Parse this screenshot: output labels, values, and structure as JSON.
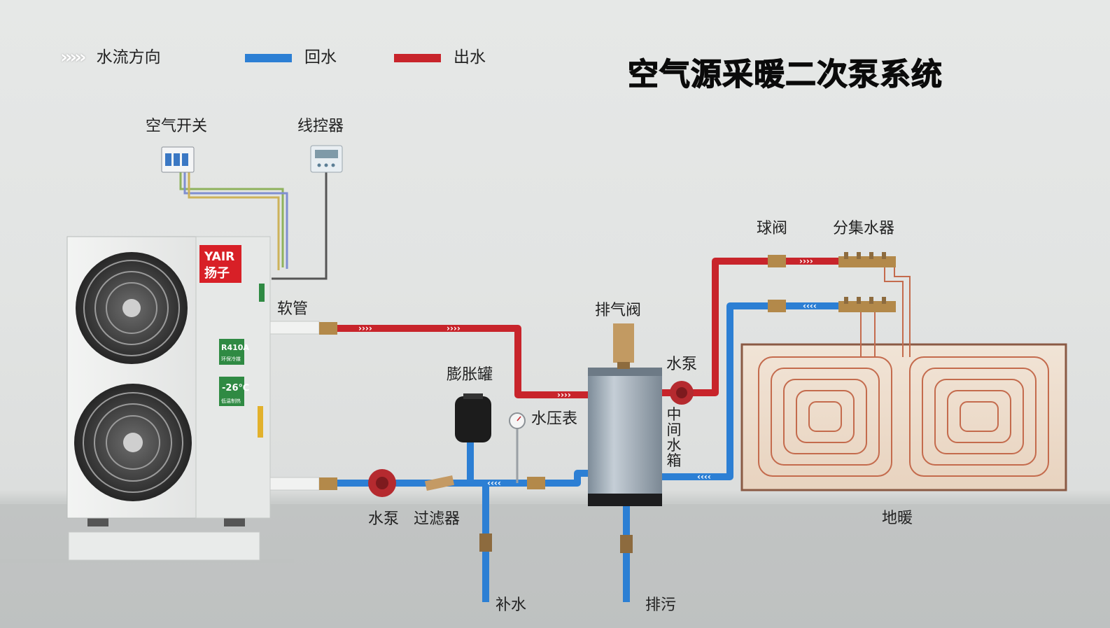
{
  "title": "空气源采暖二次泵系统",
  "legend": {
    "flow_direction": "水流方向",
    "return_water": "回水",
    "supply_water": "出水",
    "return_color": "#2c7fd4",
    "supply_color": "#c8242b"
  },
  "labels": {
    "air_switch": "空气开关",
    "wire_controller": "线控器",
    "hose": "软管",
    "air_vent_valve": "排气阀",
    "water_pump_right": "水泵",
    "expansion_tank": "膨胀罐",
    "pressure_gauge": "水压表",
    "buffer_tank": "中间水箱",
    "ball_valve": "球阀",
    "manifold": "分集水器",
    "water_pump_left": "水泵",
    "filter": "过滤器",
    "floor_heating": "地暖",
    "makeup_water": "补水",
    "drain": "排污"
  },
  "unit": {
    "brand_latin": "YAIR",
    "brand_cn": "扬子",
    "refrigerant": "R410A",
    "refrigerant_sub": "环保冷媒",
    "temp_badge": "-26℃",
    "temp_sub": "低温制热"
  }
}
